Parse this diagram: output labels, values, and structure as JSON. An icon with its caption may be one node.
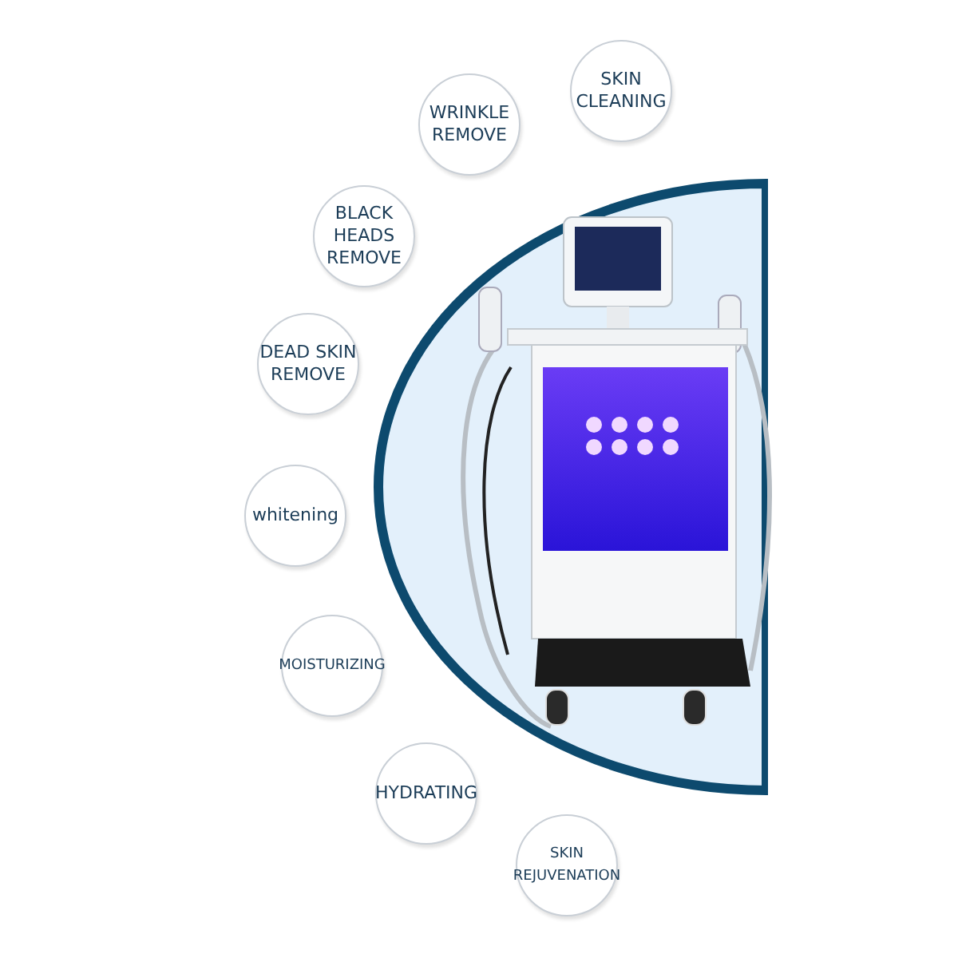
{
  "diagram": {
    "nodes": [
      {
        "text": [
          "SKIN CLEANING"
        ]
      },
      {
        "text": [
          "WRINKLE REMOVE"
        ]
      },
      {
        "text": [
          "BLACK HEADS REMOVE"
        ]
      },
      {
        "text": [
          "DEAD SKIN REMOVE"
        ]
      },
      {
        "text": [
          "whitening"
        ]
      },
      {
        "text": [
          "MOISTURIZING"
        ]
      },
      {
        "text": [
          "HYDRATING"
        ]
      },
      {
        "text": [
          "SKIN REJUVENATION"
        ]
      }
    ]
  }
}
